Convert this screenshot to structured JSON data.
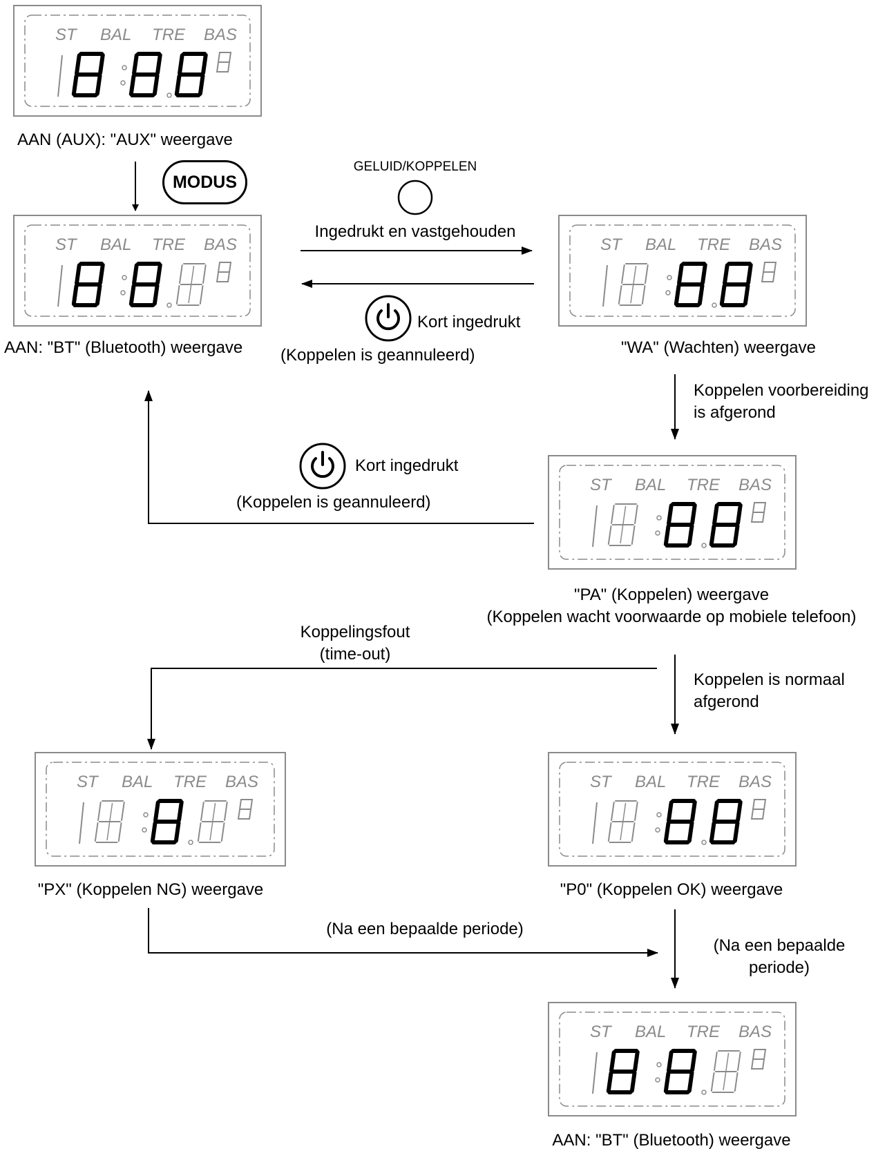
{
  "lcd_indicators": [
    "ST",
    "BAL",
    "TRE",
    "BAS"
  ],
  "displays": {
    "aux": {
      "caption": "AAN (AUX): \"AUX\" weergave"
    },
    "bt": {
      "caption": "AAN: \"BT\" (Bluetooth) weergave"
    },
    "wa": {
      "caption": "\"WA\" (Wachten) weergave"
    },
    "pa": {
      "caption_line1": "\"PA\" (Koppelen) weergave",
      "caption_line2": "(Koppelen wacht voorwaarde op mobiele telefoon)"
    },
    "px": {
      "caption": "\"PX\" (Koppelen NG) weergave"
    },
    "p0": {
      "caption": "\"P0\" (Koppelen OK) weergave"
    },
    "bt_final": {
      "caption": "AAN: \"BT\" (Bluetooth) weergave"
    }
  },
  "buttons": {
    "modus": "MODUS",
    "sound_pair": "GELUID/KOPPELEN"
  },
  "transitions": {
    "pressed_held": "Ingedrukt en vastgehouden",
    "short_press_1": "Kort ingedrukt",
    "cancelled_1": "(Koppelen is geannuleerd)",
    "prep_done_1": "Koppelen voorbereiding",
    "prep_done_2": "is afgerond",
    "short_press_2": "Kort ingedrukt",
    "cancelled_2": "(Koppelen is geannuleerd)",
    "fail_1": "Koppelingsfout",
    "fail_2": "(time-out)",
    "normal_done_1": "Koppelen is normaal",
    "normal_done_2": "afgerond",
    "after_period_row": "(Na een bepaalde periode)",
    "after_period_col_1": "(Na een bepaalde",
    "after_period_col_2": "periode)"
  }
}
